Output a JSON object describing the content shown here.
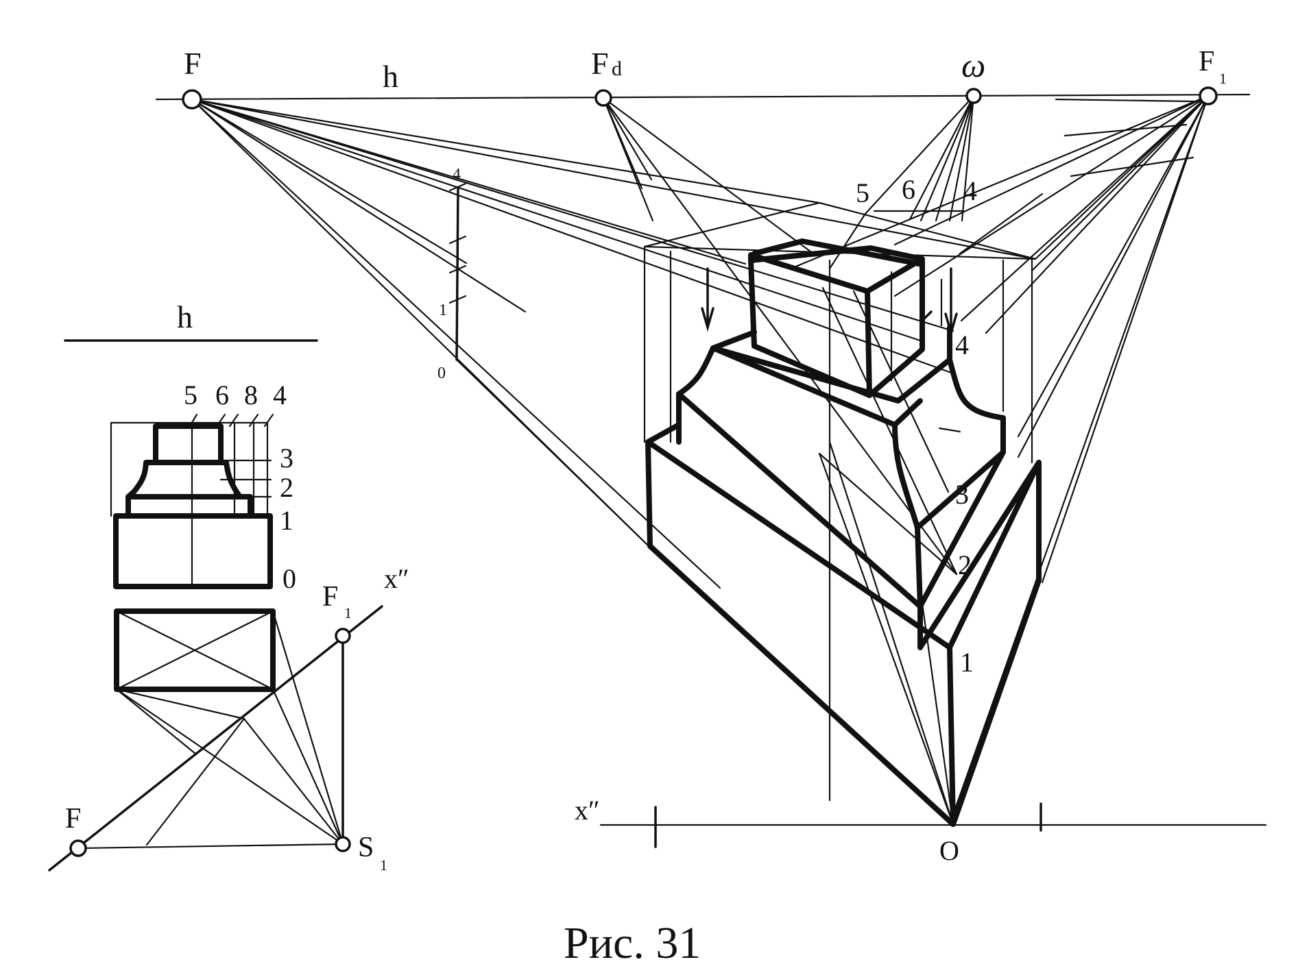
{
  "caption": "Рис. 31",
  "perspective": {
    "labels": {
      "F": "F",
      "Fd": "F",
      "Fd_sub": "d",
      "h": "h",
      "omega": "ω",
      "F1": "F",
      "F1_sub": "1",
      "x2": "x″",
      "O": "O"
    },
    "height_scale": [
      "4",
      "1",
      "0"
    ],
    "right_numbers": [
      "4",
      "3",
      "2",
      "1"
    ],
    "top_numbers": [
      "5",
      "6",
      "4"
    ]
  },
  "orthographic": {
    "labels": {
      "h": "h",
      "x2": "x″",
      "F1": "F",
      "F1_sub": "1",
      "F": "F",
      "S1": "S",
      "S1_sub": "1"
    },
    "top_numbers": [
      "5",
      "6",
      "8",
      "4"
    ],
    "side_numbers": [
      "3",
      "2",
      "1",
      "0"
    ]
  }
}
